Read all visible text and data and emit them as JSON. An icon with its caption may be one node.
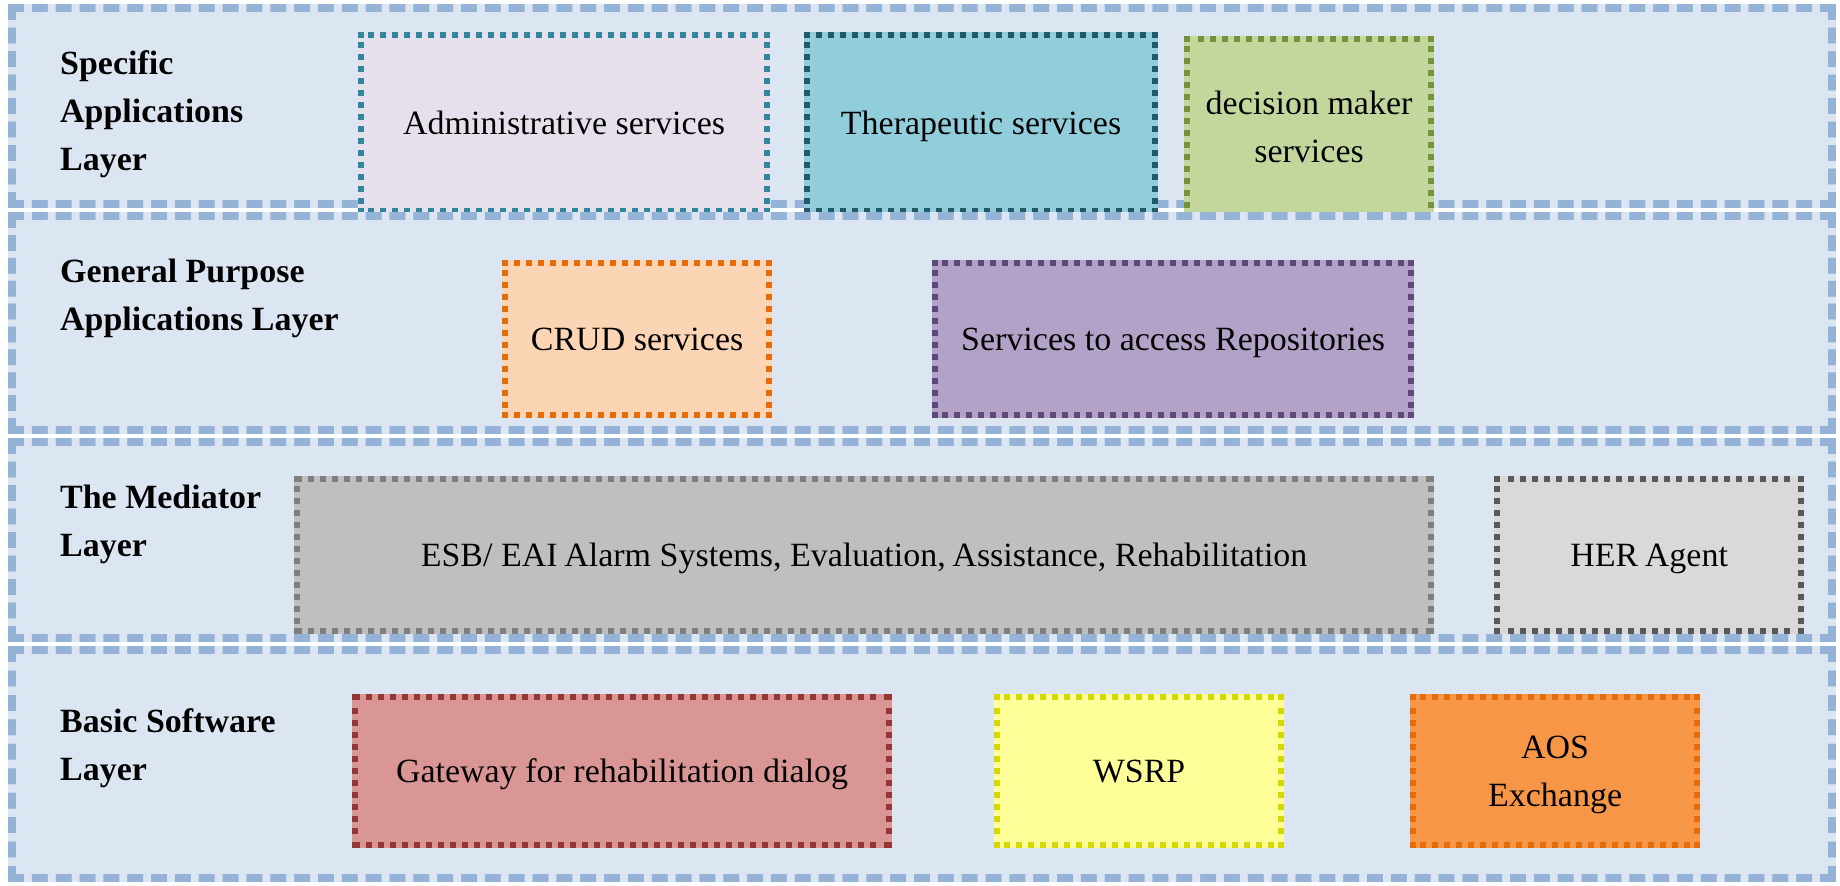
{
  "diagram": {
    "nodes": [
      {
        "text": [
          "Specific Applications Layer"
        ]
      },
      {
        "text": [
          "Administrative services"
        ],
        "in": 0
      },
      {
        "text": [
          "Therapeutic services"
        ],
        "in": 0
      },
      {
        "text": [
          "decision maker services"
        ],
        "in": 0
      },
      {
        "text": [
          "General Purpose Applications Layer"
        ]
      },
      {
        "text": [
          "CRUD services"
        ],
        "in": 4
      },
      {
        "text": [
          "Services to access Repositories"
        ],
        "in": 4
      },
      {
        "text": [
          "The Mediator Layer"
        ]
      },
      {
        "text": [
          "ESB/ EAI Alarm Systems, Evaluation, Assistance, Rehabilitation"
        ],
        "in": 7
      },
      {
        "text": [
          "HER Agent"
        ],
        "in": 7
      },
      {
        "text": [
          "Basic Software Layer"
        ]
      },
      {
        "text": [
          "Gateway for rehabilitation dialog"
        ],
        "in": 10
      },
      {
        "text": [
          "WSRP"
        ],
        "in": 10
      },
      {
        "text": [
          "AOS Exchange"
        ],
        "in": 10
      }
    ]
  }
}
